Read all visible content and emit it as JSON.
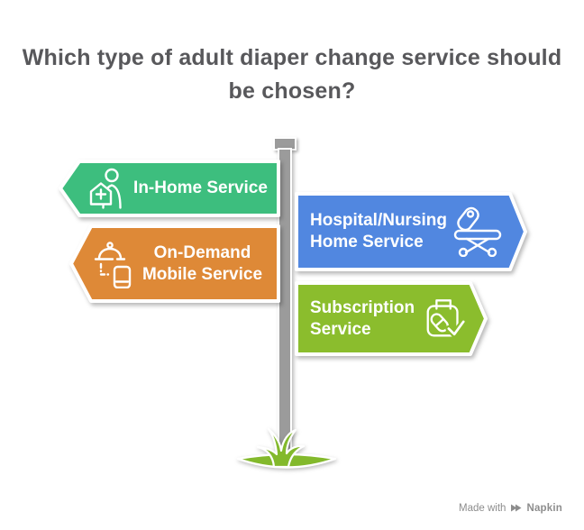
{
  "title": "Which type of adult diaper change service should be chosen?",
  "colors": {
    "background": "#ffffff",
    "title_text": "#58585b",
    "sign_text": "#ffffff",
    "pole": "#9b9b9b",
    "grass": "#83b92c",
    "watermark_text": "#8d8d8d"
  },
  "signs": [
    {
      "label": "In-Home Service",
      "color": "#3dbe7e",
      "direction": "left",
      "icon": "home-care-icon"
    },
    {
      "label": "Hospital/Nursing Home Service",
      "color": "#5187e0",
      "direction": "right",
      "icon": "hospital-bed-icon"
    },
    {
      "label": "On-Demand Mobile Service",
      "color": "#de8937",
      "direction": "left",
      "icon": "cloche-phone-icon"
    },
    {
      "label": "Subscription Service",
      "color": "#8bbd2d",
      "direction": "right",
      "icon": "calendar-pill-check-icon"
    }
  ],
  "watermark": {
    "prefix": "Made with",
    "brand": "Napkin"
  }
}
